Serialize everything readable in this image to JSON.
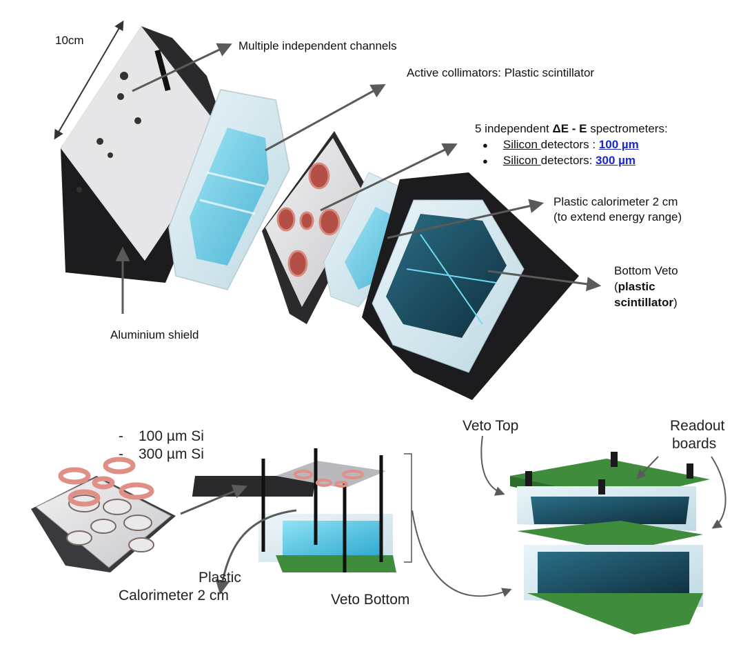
{
  "labels": {
    "dimension": "10cm",
    "channels": "Multiple independent channels",
    "collimators": "Active collimators: Plastic scintillator",
    "spectrometers_pre": "5 independent ",
    "spectrometers_bold": "ΔE - E",
    "spectrometers_post": " spectrometers:",
    "bullet_char": "●",
    "si1_word": "Silicon ",
    "si1_rest": "detectors : ",
    "si1_value": "100 µm",
    "si2_word": "Silicon ",
    "si2_rest": "detectors: ",
    "si2_value": "300 µm",
    "calorimeter_line1": "Plastic calorimeter 2 cm",
    "calorimeter_line2": "(to extend energy range)",
    "bottom_veto_line1": "Bottom Veto",
    "bottom_veto_paren_open": "(",
    "bottom_veto_bold1": "plastic",
    "bottom_veto_bold2": "scintillator",
    "bottom_veto_paren_close": ")",
    "shield": "Aluminium shield",
    "list_dash": "-",
    "si_100": "100 µm Si",
    "si_300": "300 µm Si",
    "plastic_line1": "Plastic",
    "plastic_line2": "Calorimeter 2 cm",
    "veto_bottom": "Veto Bottom",
    "veto_top": "Veto Top",
    "readout_line1": "Readout",
    "readout_line2": "boards"
  },
  "colors": {
    "housing_dark": "#1c1c1e",
    "housing_light": "#e6e6e8",
    "scintillator": "#5cc9e8",
    "copper": "#d88a7e",
    "pcb_green": "#3f8d3c",
    "arrow_grey": "#5a5a5a",
    "link_blue": "#1a27c9"
  }
}
